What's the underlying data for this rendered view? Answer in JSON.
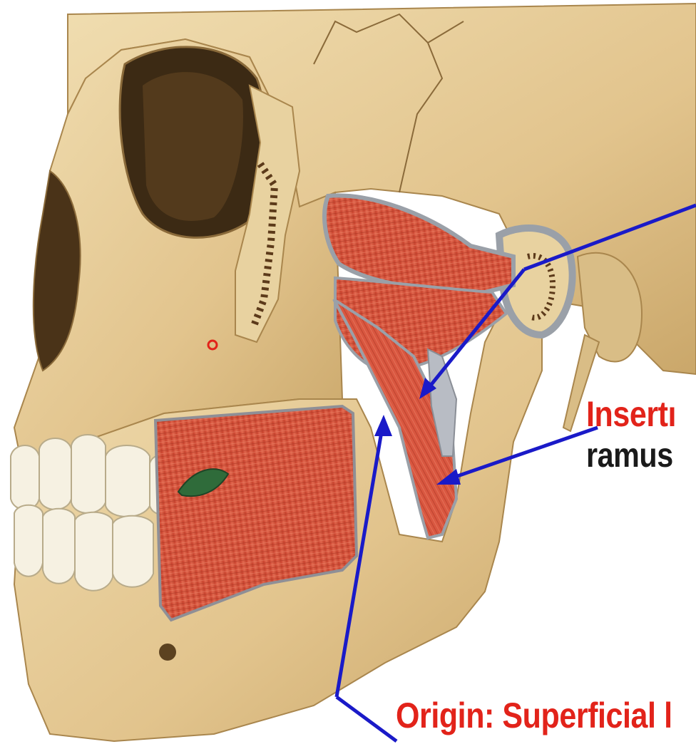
{
  "labels": {
    "insertion_line1": "Insertı",
    "insertion_line2": "ramus",
    "origin": "Origin: Superficial l"
  },
  "colors": {
    "label_red": "#e2231a",
    "label_dark": "#1a1a1a",
    "arrow_blue": "#1a1ac8",
    "bone": "#e6cf9c",
    "muscle": "#d9553e"
  }
}
